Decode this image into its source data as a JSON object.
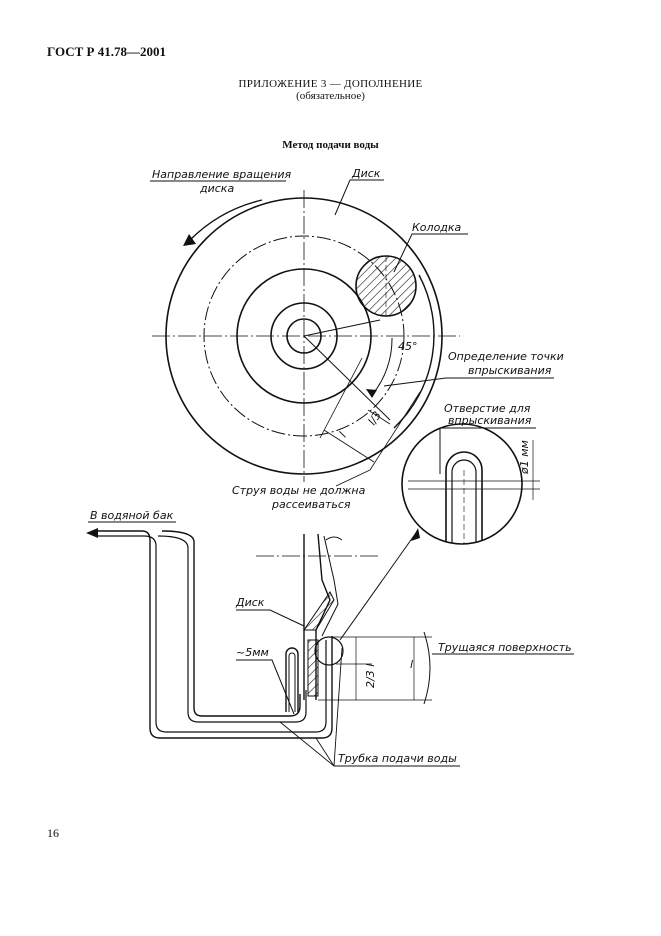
{
  "header": {
    "standard_code": "ГОСТ Р 41.78—2001"
  },
  "appendix": {
    "title": "ПРИЛОЖЕНИЕ 3 — ДОПОЛНЕНИЕ",
    "subtitle": "(обязательное)"
  },
  "figure": {
    "title": "Метод подачи воды",
    "labels": {
      "rotation_line1": "Направление вращения",
      "rotation_line2": "диска",
      "disk_top": "Диск",
      "pad": "Колодка",
      "angle": "45°",
      "injection_point_line1": "Определение точки",
      "injection_point_line2": "впрыскивания",
      "hole_line1": "Отверстие для",
      "hole_line2": "впрыскивания",
      "diameter": "ø1 мм",
      "jet_line1": "Струя воды не должна",
      "jet_line2": "рассеиваться",
      "water_tank": "В водяной бак",
      "disk_side": "Диск",
      "gap": "~5мм",
      "two_thirds": "2/3 l",
      "l_dim": "l",
      "third_dim": "l/3",
      "friction_surface": "Трущаяся поверхность",
      "supply_tube": "Трубка подачи воды"
    }
  },
  "footer": {
    "page_number": "16"
  }
}
